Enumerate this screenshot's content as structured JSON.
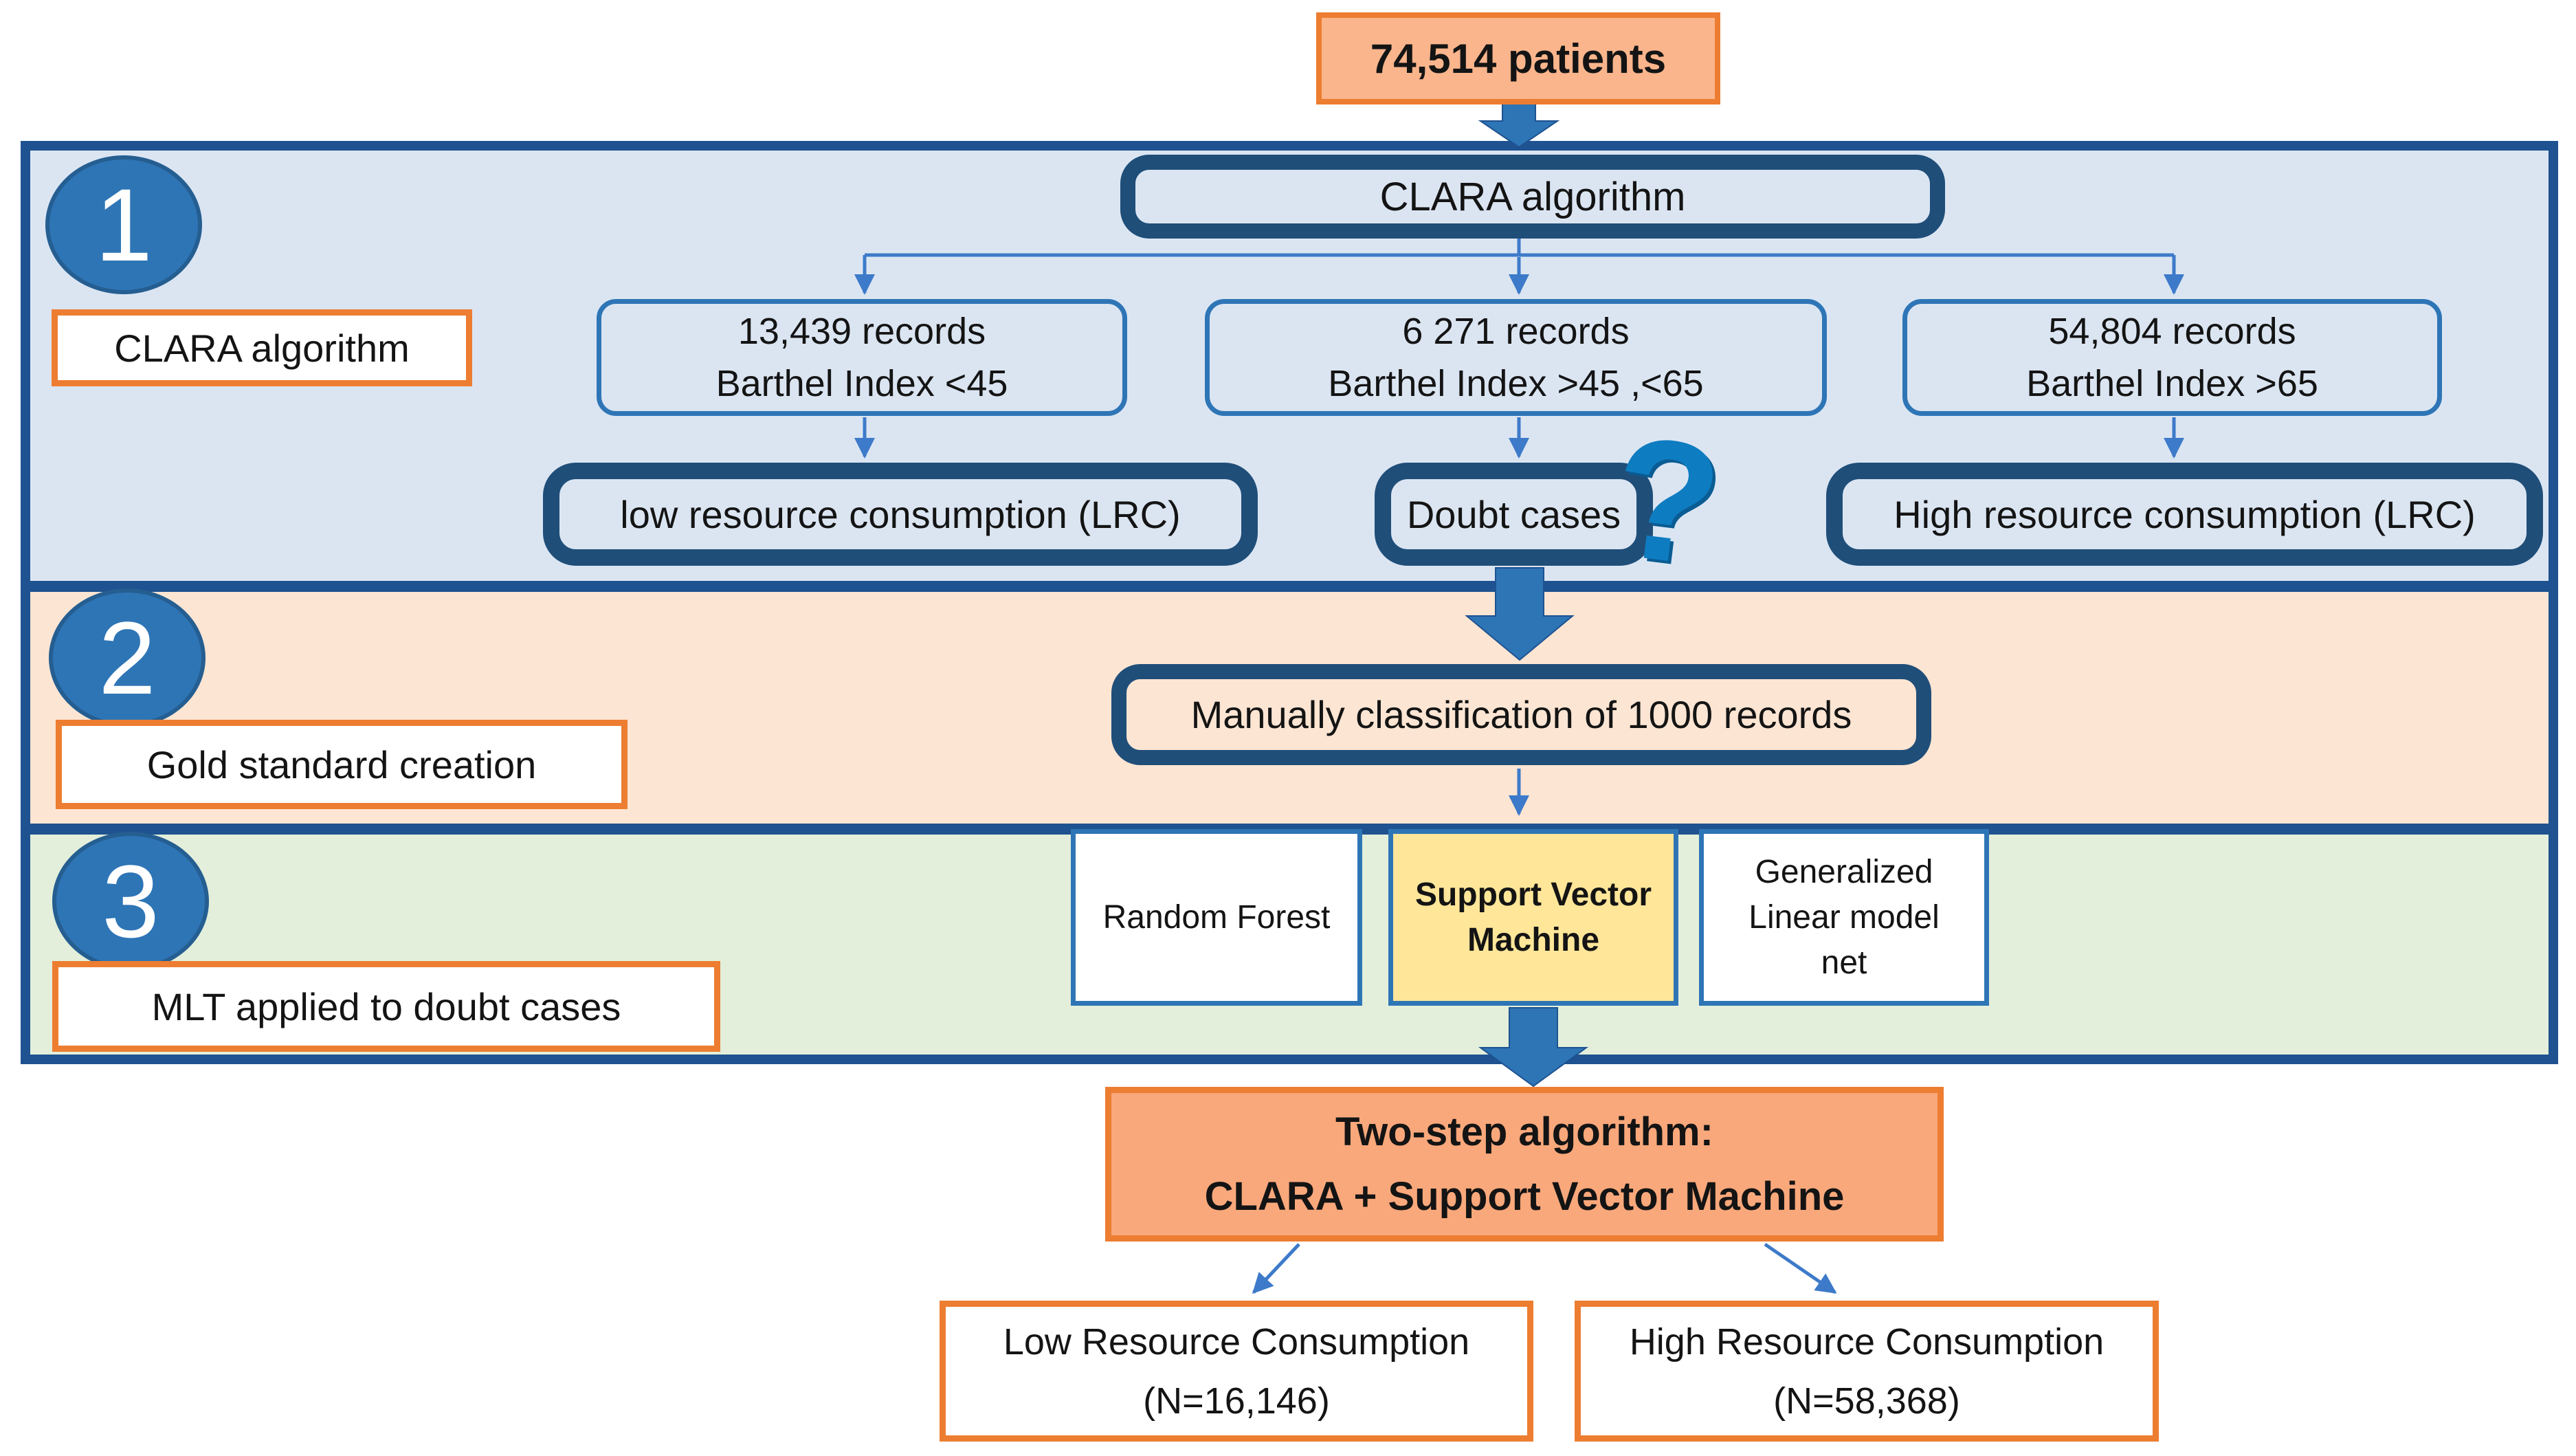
{
  "flow": {
    "patients_box": "74,514 patients",
    "steps": [
      {
        "number": "1",
        "label": "CLARA algorithm"
      },
      {
        "number": "2",
        "label": "Gold standard creation"
      },
      {
        "number": "3",
        "label": "MLT applied to doubt cases"
      }
    ],
    "clara_box": "CLARA algorithm",
    "record_boxes": [
      {
        "line1": "13,439 records",
        "line2": "Barthel Index <45"
      },
      {
        "line1": "6 271 records",
        "line2": "Barthel Index >45 ,<65"
      },
      {
        "line1": "54,804 records",
        "line2": "Barthel Index >65"
      }
    ],
    "result_boxes": [
      {
        "label": "low resource consumption (LRC)"
      },
      {
        "label": "Doubt cases"
      },
      {
        "label": "High resource consumption (LRC)"
      }
    ],
    "gold_box": "Manually classification of 1000 records",
    "mlt_boxes": [
      {
        "label": "Random Forest"
      },
      {
        "label": "Support Vector Machine"
      },
      {
        "label": "Generalized Linear model net"
      }
    ],
    "two_step_box": {
      "line1": "Two-step algorithm:",
      "line2": "CLARA + Support Vector Machine"
    },
    "final_boxes": [
      {
        "line1": "Low Resource Consumption",
        "line2": "(N=16,146)"
      },
      {
        "line1": "High Resource Consumption",
        "line2": "(N=58,368)"
      }
    ]
  },
  "icons": {
    "question_mark": "?"
  },
  "colors": {
    "step1_band": "#DBE5F2",
    "step2_band": "#FDE5D3",
    "step3_band": "#E3EFDB",
    "panel_border": "#1E5290",
    "thick_box_border": "#1F4E79",
    "thin_box_border": "#2E75B6",
    "connector_blue": "#3D7AC9",
    "block_arrow_blue": "#2E75B6",
    "accent_orange": "#ED7D31",
    "patients_fill": "#FAB58C",
    "two_step_fill": "#F9A87B",
    "svm_fill": "#FFE699",
    "circle_fill": "#2E75B6",
    "question_mark_blue": "#0E7CC1"
  }
}
